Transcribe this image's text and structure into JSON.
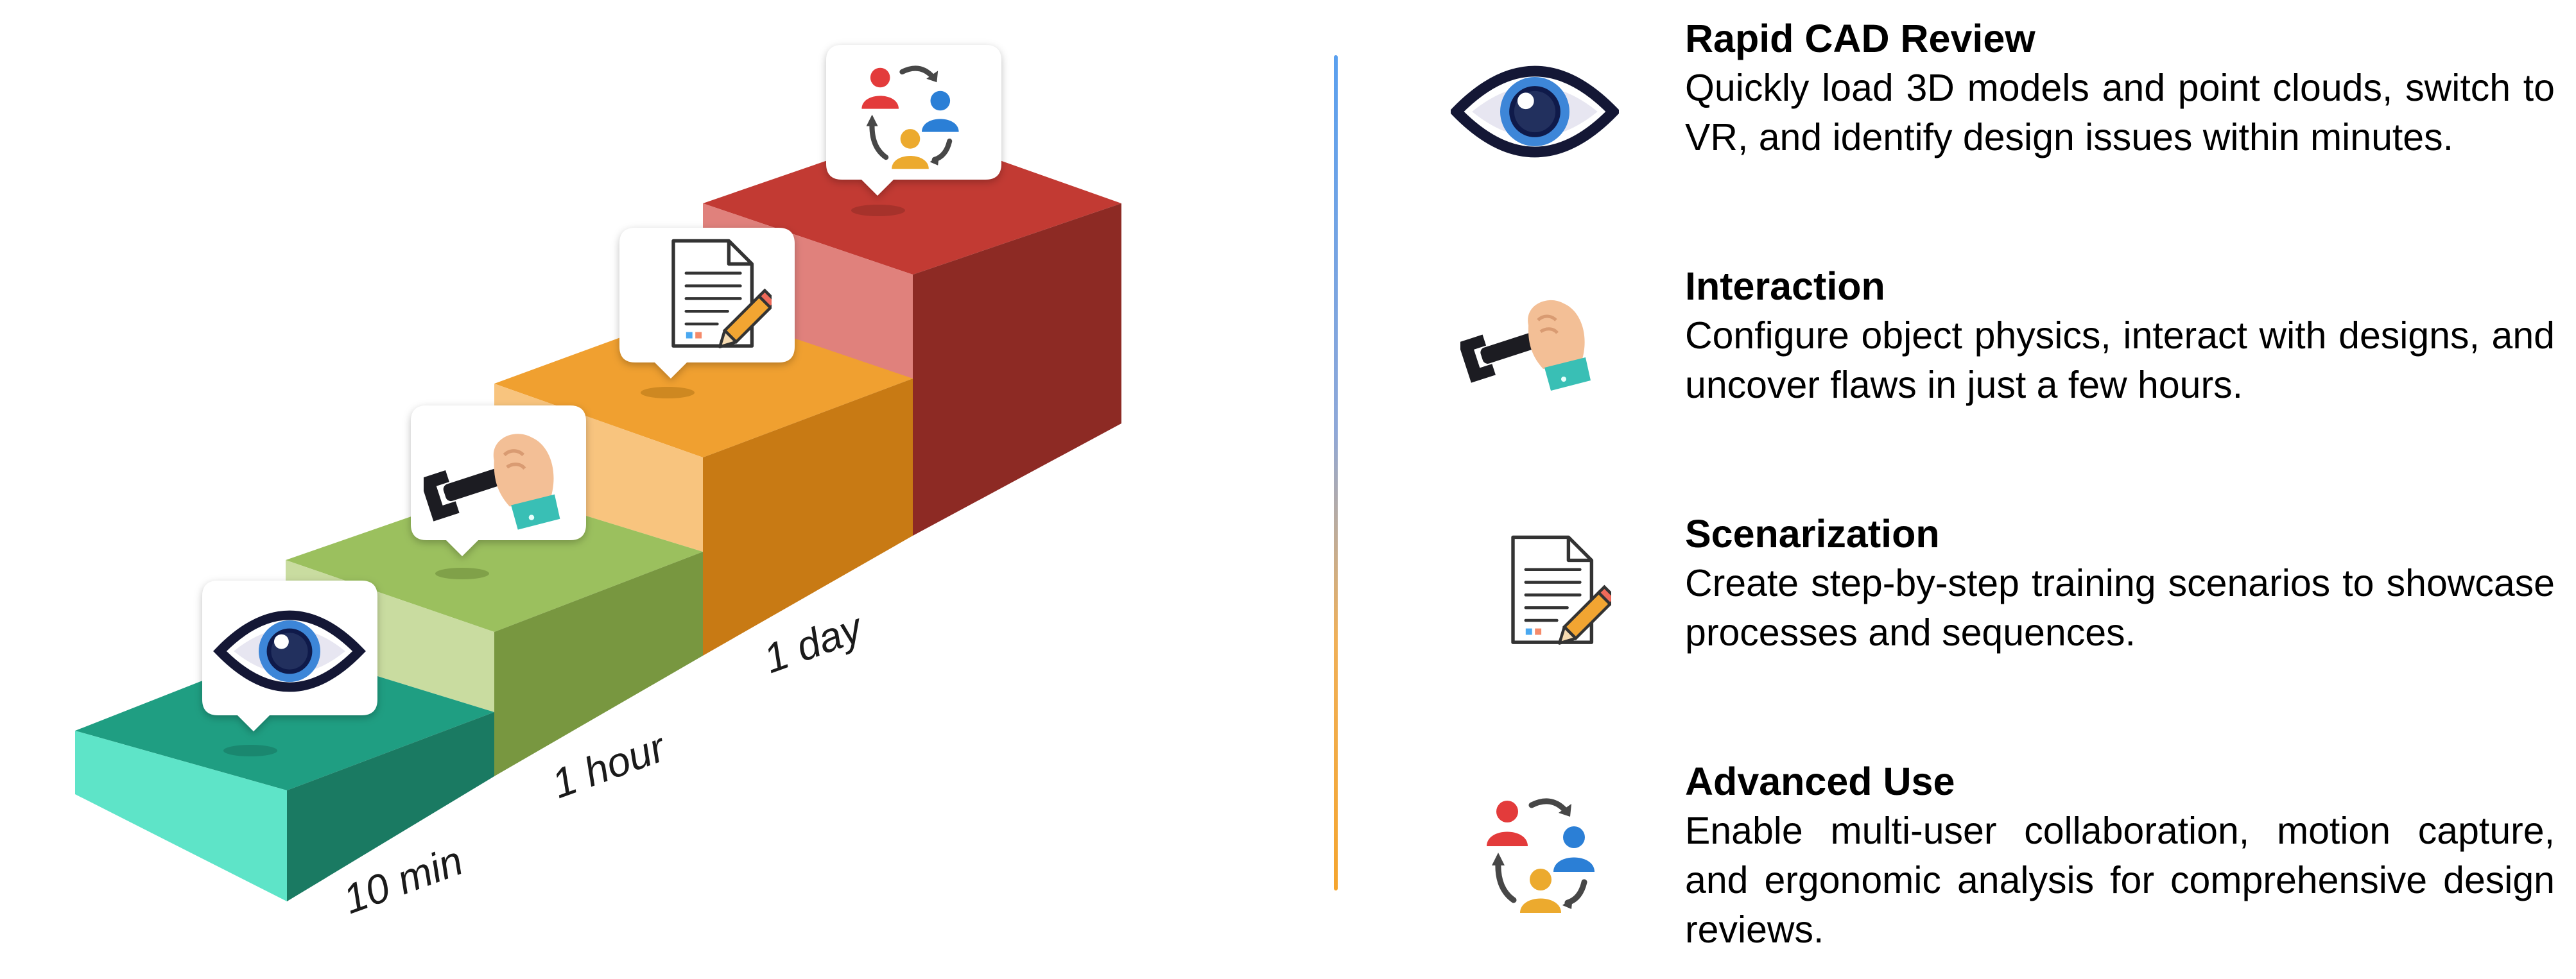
{
  "steps": [
    {
      "label": "10 min",
      "icon": "eye-icon",
      "color": "#24a88a"
    },
    {
      "label": "1 hour",
      "icon": "wrench-hand-icon",
      "color": "#8db55a"
    },
    {
      "label": "1 day",
      "icon": "document-pencil-icon",
      "color": "#f0a030"
    },
    {
      "label": "",
      "icon": "collaboration-users-icon",
      "color": "#c23a33"
    }
  ],
  "features": [
    {
      "title": "Rapid CAD Review",
      "description": "Quickly load 3D models and point clouds, switch to VR, and identify design issues within minutes.",
      "icon": "eye-icon"
    },
    {
      "title": "Interaction",
      "description": "Configure object physics, interact with designs, and uncover flaws in just a few hours.",
      "icon": "wrench-hand-icon"
    },
    {
      "title": "Scenarization",
      "description": "Create step-by-step training scenarios to showcase processes and sequences.",
      "icon": "document-pencil-icon"
    },
    {
      "title": "Advanced Use",
      "description": "Enable multi-user collaboration, motion capture, and ergonomic analysis for comprehensive design reviews.",
      "icon": "collaboration-users-icon"
    }
  ]
}
